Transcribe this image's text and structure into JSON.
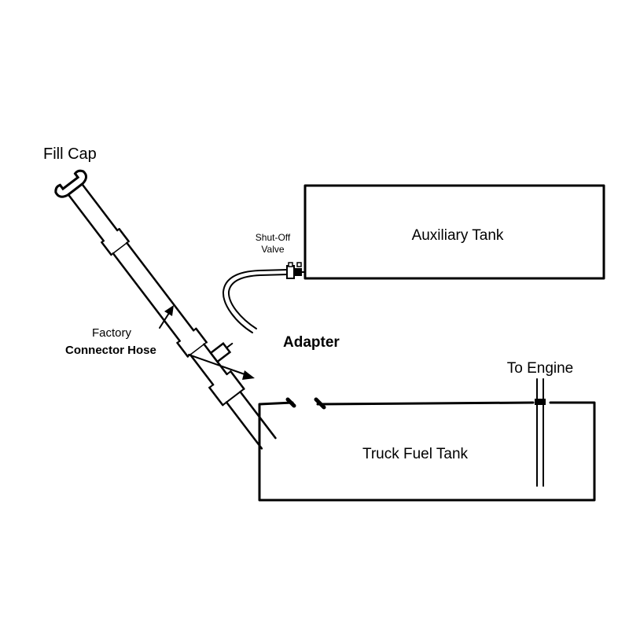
{
  "labels": {
    "fill_cap": "Fill Cap",
    "auxiliary_tank": "Auxiliary Tank",
    "shutoff_valve_line1": "Shut-Off",
    "shutoff_valve_line2": "Valve",
    "adapter": "Adapter",
    "factory": "Factory",
    "connector_hose": "Connector Hose",
    "to_engine": "To Engine",
    "truck_fuel_tank": "Truck Fuel Tank"
  },
  "colors": {
    "line": "#000000",
    "background": "#ffffff"
  }
}
